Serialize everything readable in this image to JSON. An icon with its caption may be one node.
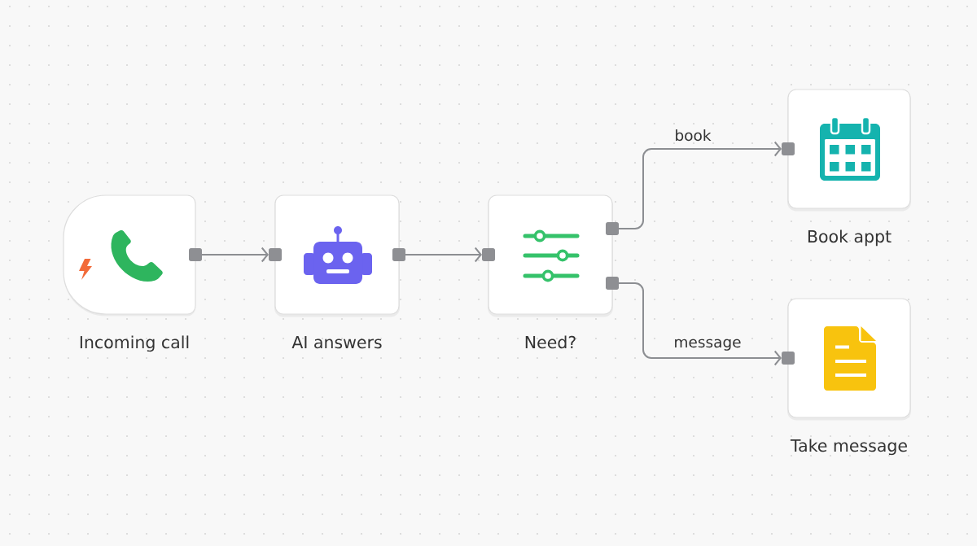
{
  "diagram": {
    "nodes": [
      {
        "text": [
          "Incoming call"
        ]
      },
      {
        "text": [
          "AI answers"
        ]
      },
      {
        "text": [
          "Need?"
        ]
      },
      {
        "text": [
          "Book appt"
        ]
      },
      {
        "text": [
          "Take message"
        ]
      }
    ],
    "edges": [
      {
        "from": 0,
        "to": 1,
        "arrow": "to"
      },
      {
        "from": 1,
        "to": 2,
        "arrow": "to"
      },
      {
        "from": 2,
        "to": 3,
        "arrow": "to",
        "label": "book"
      },
      {
        "from": 2,
        "to": 4,
        "arrow": "to",
        "label": "message"
      }
    ]
  }
}
